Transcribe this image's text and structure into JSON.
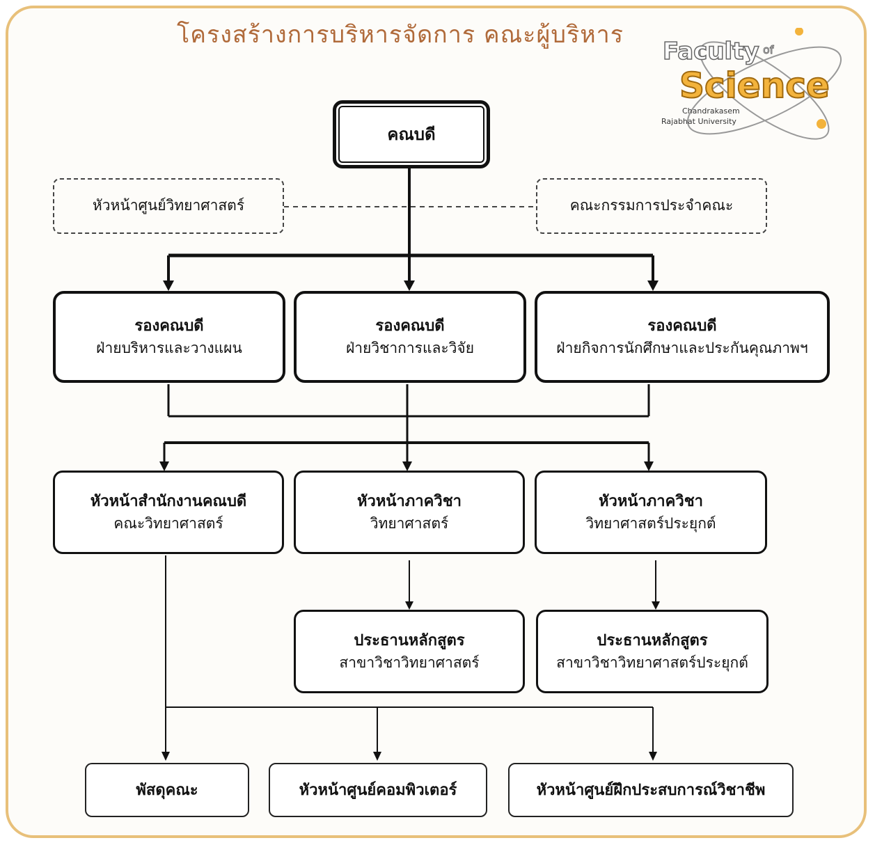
{
  "title": "โครงสร้างการบริหารจัดการ คณะผู้บริหาร",
  "logo": {
    "faculty": "Faculty",
    "of": "of",
    "science": "Science",
    "line1": "Chandrakasem",
    "line2": "Rajabhat University"
  },
  "colors": {
    "frame": "#e8c07a",
    "title": "#b06a3a",
    "logo_accent": "#f3b33c"
  },
  "dean": {
    "label": "คณบดี"
  },
  "advisors": {
    "left": "หัวหน้าศูนย์วิทยาศาสตร์",
    "right": "คณะกรรมการประจำคณะ"
  },
  "vice_deans": [
    {
      "title": "รองคณบดี",
      "subtitle": "ฝ่ายบริหารและวางแผน"
    },
    {
      "title": "รองคณบดี",
      "subtitle": "ฝ่ายวิชาการและวิจัย"
    },
    {
      "title": "รองคณบดี",
      "subtitle": "ฝ่ายกิจการนักศึกษาและประกันคุณภาพฯ"
    }
  ],
  "heads": [
    {
      "title": "หัวหน้าสำนักงานคณบดี",
      "subtitle": "คณะวิทยาศาสตร์"
    },
    {
      "title": "หัวหน้าภาควิชา",
      "subtitle": "วิทยาศาสตร์"
    },
    {
      "title": "หัวหน้าภาควิชา",
      "subtitle": "วิทยาศาสตร์ประยุกต์"
    }
  ],
  "programs": [
    {
      "title": "ประธานหลักสูตร",
      "subtitle": "สาขาวิชาวิทยาศาสตร์"
    },
    {
      "title": "ประธานหลักสูตร",
      "subtitle": "สาขาวิชาวิทยาศาสตร์ประยุกต์"
    }
  ],
  "units": [
    "พัสดุคณะ",
    "หัวหน้าศูนย์คอมพิวเตอร์",
    "หัวหน้าศูนย์ฝึกประสบการณ์วิชาชีพ"
  ]
}
